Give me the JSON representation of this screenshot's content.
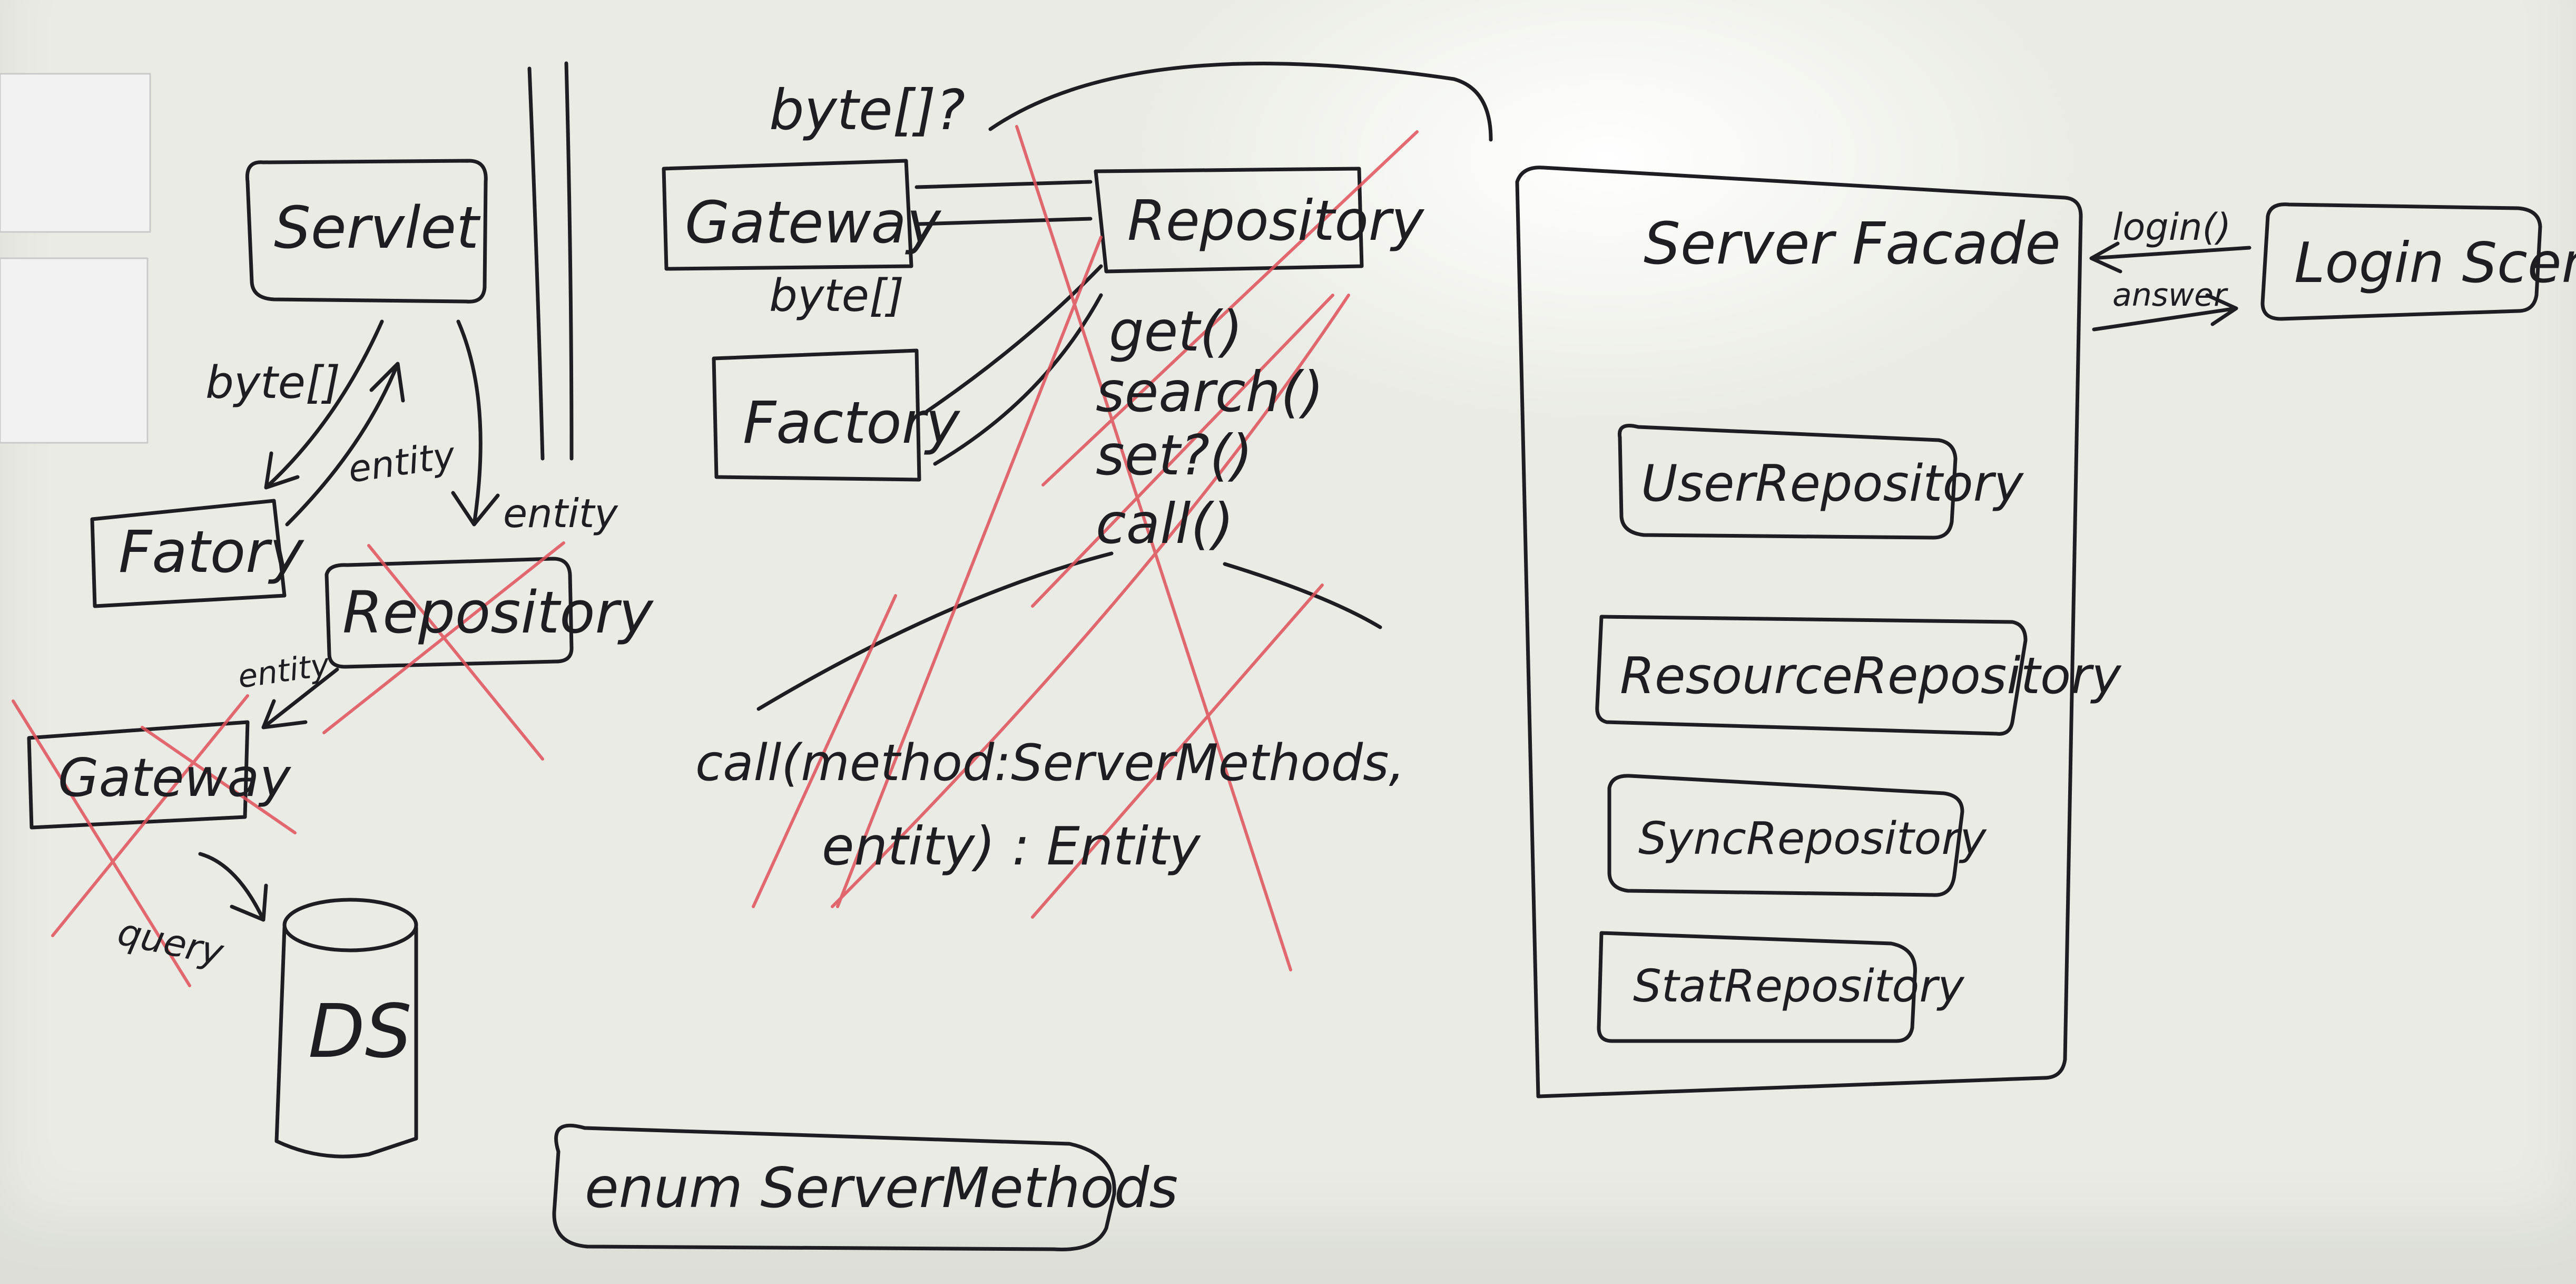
{
  "colors": {
    "ink": "#1e1e22",
    "red_strike": "#e0505a",
    "board": "#f3f4ee"
  },
  "left_diagram": {
    "servlet": "Servlet",
    "factory": "Fatory",
    "repository": "Repository",
    "gateway": "Gateway",
    "datastore": "DS",
    "label_bytes": "byte[]",
    "label_entity_up": "entity",
    "label_entity_down": "entity",
    "label_entity_gateway": "entity",
    "label_query": "query"
  },
  "middle_diagram": {
    "byte_top": "byte[]?",
    "gateway": "Gateway",
    "byte_bottom": "byte[]",
    "repository": "Repository",
    "factory": "Factory",
    "methods": [
      "get()",
      "search()",
      "set?()",
      "call()"
    ],
    "call_line1": "call(method:ServerMethods,",
    "call_line2": "entity) : Entity",
    "enum_box": "enum ServerMethods"
  },
  "server_facade": {
    "title": "Server Facade",
    "repositories": [
      "UserRepository",
      "ResourceRepository",
      "SyncRepository",
      "StatRepository"
    ]
  },
  "login_scene": {
    "title": "Login Scene",
    "arrow_login": "login()",
    "arrow_answer": "answer"
  }
}
